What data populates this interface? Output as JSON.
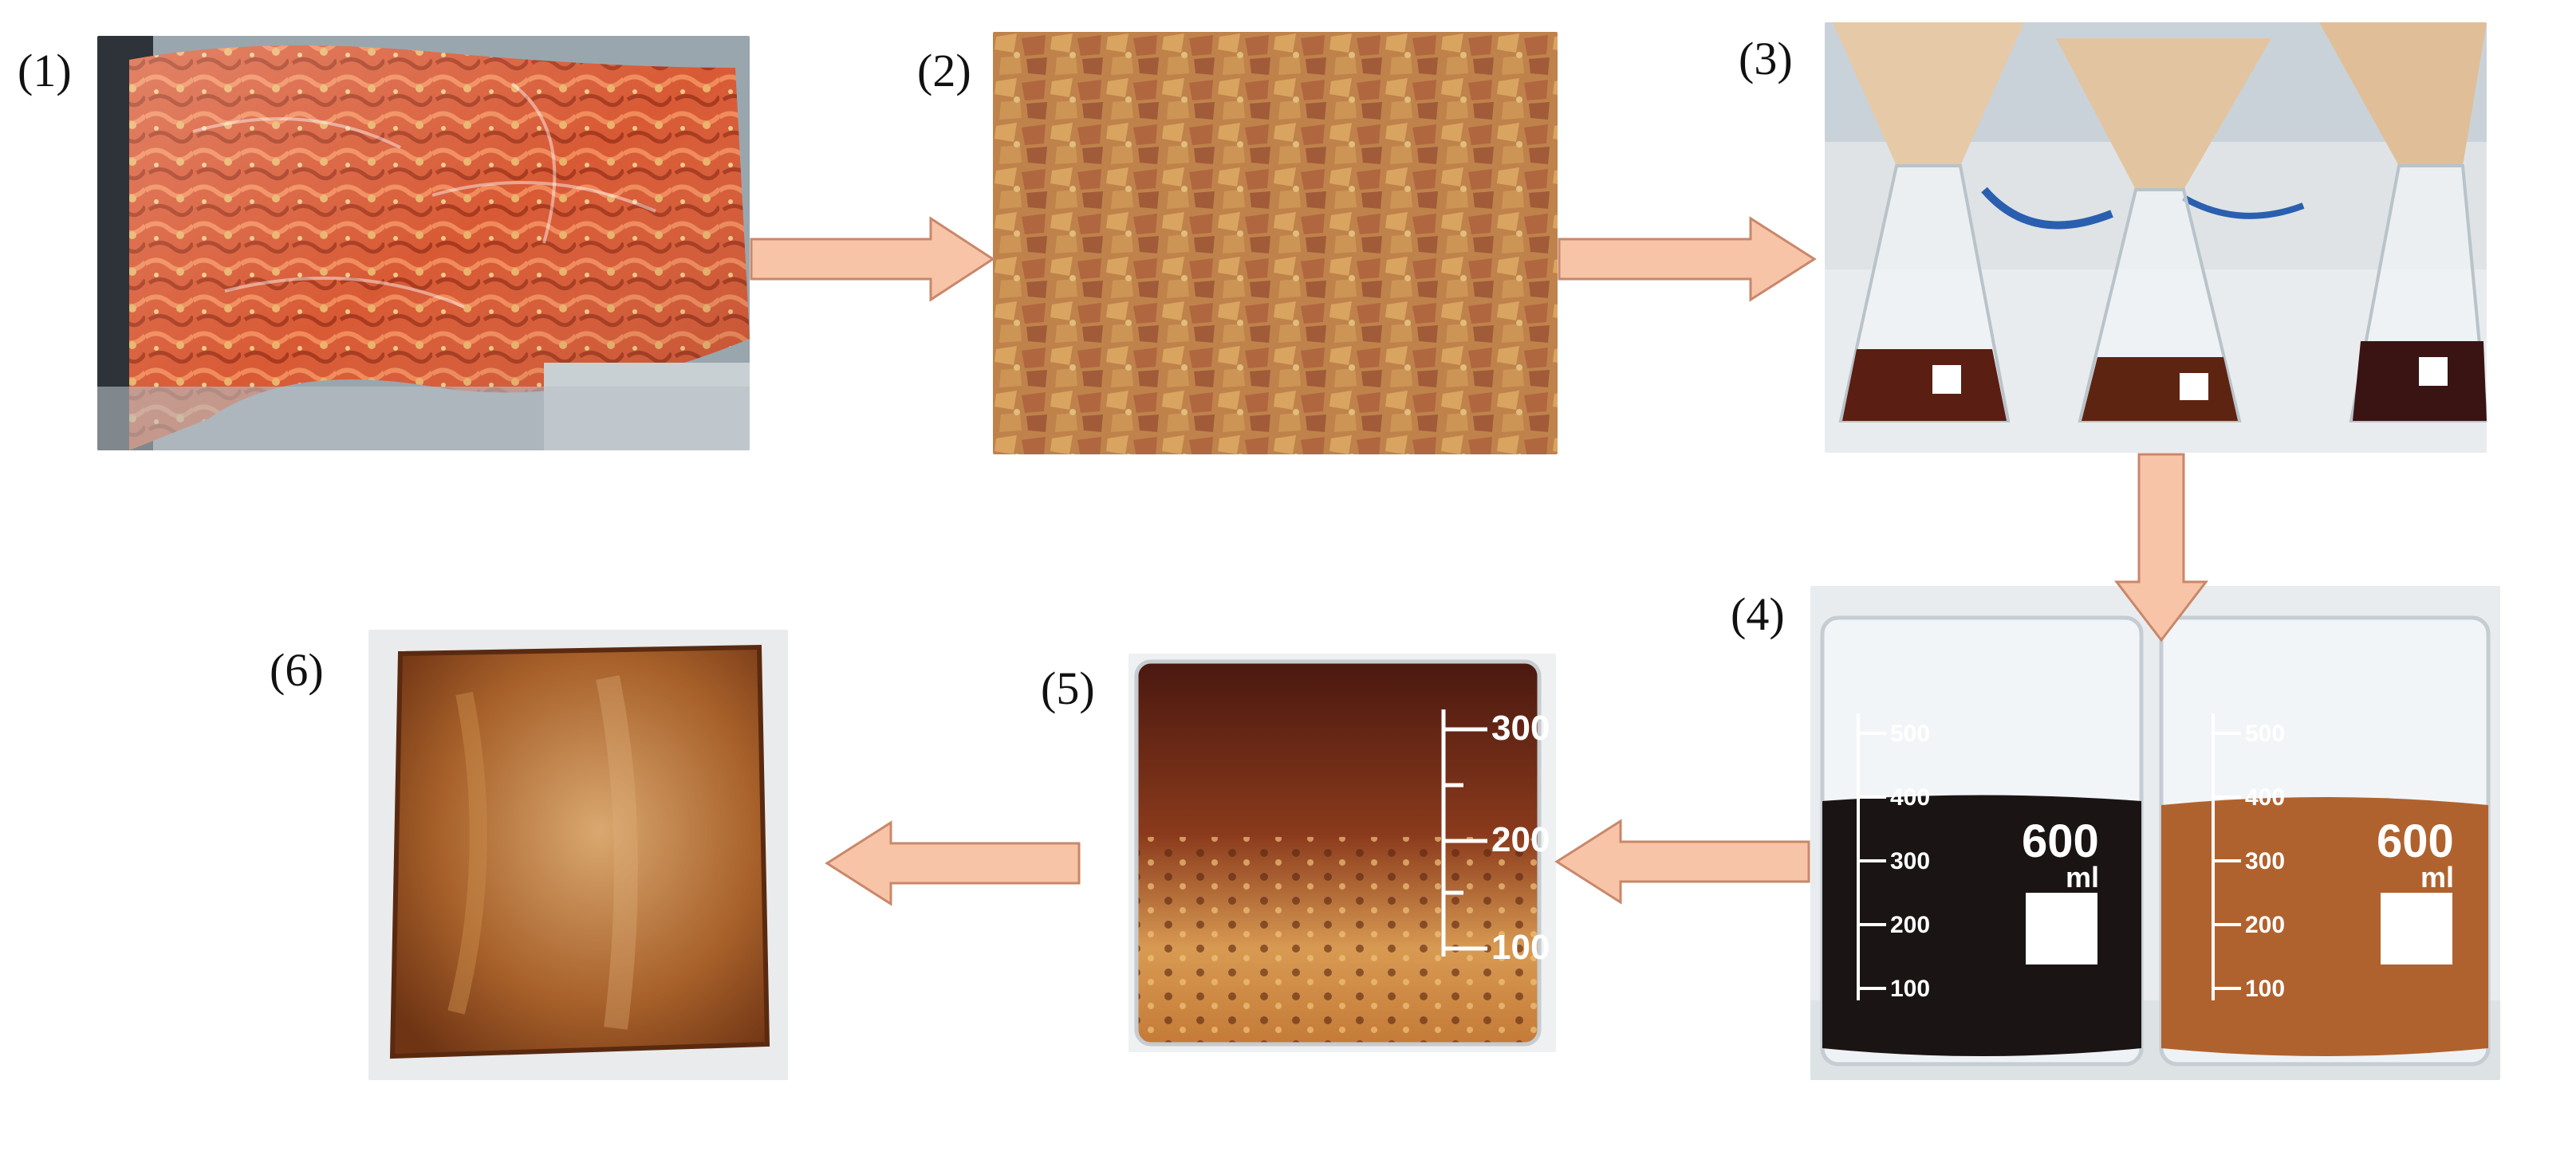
{
  "steps": [
    {
      "label": "(1)"
    },
    {
      "label": "(2)"
    },
    {
      "label": "(3)"
    },
    {
      "label": "(4)"
    },
    {
      "label": "(5)"
    },
    {
      "label": "(6)"
    }
  ],
  "beaker_marks": {
    "beaker_4a": [
      "500",
      "400",
      "300",
      "200",
      "100"
    ],
    "beaker_4a_size": "600",
    "beaker_4a_unit": "ml",
    "beaker_4b": [
      "500",
      "400",
      "300",
      "200",
      "100"
    ],
    "beaker_4b_size": "600",
    "beaker_4b_unit": "ml",
    "beaker_5": [
      "300",
      "200",
      "100"
    ]
  },
  "colors": {
    "arrow_fill": "#f8c4a8",
    "arrow_stroke": "#c9876a",
    "dark_extract": "#1a1414",
    "amber_extract": "#b0622e",
    "film": "#8a4a1e"
  }
}
